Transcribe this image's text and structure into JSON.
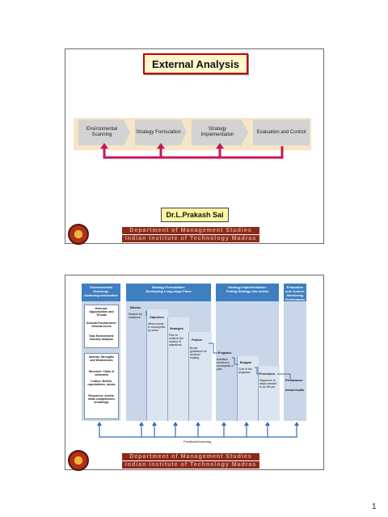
{
  "slide1": {
    "title": "External Analysis",
    "stages": [
      {
        "label": "Environmental Scanning"
      },
      {
        "label": "Strategy Formulation"
      },
      {
        "label": "Strategy Implementation"
      },
      {
        "label": "Evaluation and Control"
      }
    ],
    "author": "Dr.L.Prakash Sai",
    "footer": {
      "line1": "Department of Management Studies",
      "line2": "Indian Institute of Technology Madras"
    }
  },
  "slide2": {
    "columns": [
      {
        "title": "Environmental Scanning:",
        "subtitle": "Gathering Information"
      },
      {
        "title": "Strategy Formulation:",
        "subtitle": "Developing Long-range Plans"
      },
      {
        "title": "Strategy Implementation:",
        "subtitle": "Putting Strategy into Action"
      },
      {
        "title": "Evaluation and Control:",
        "subtitle": "Monitoring Performance"
      }
    ],
    "external": {
      "heading": "External: Opportunities and Threats",
      "societal": "Societal Environment: General forces",
      "task": "Task Environment: Industry analysis"
    },
    "internal": {
      "heading": "Internal: Strengths and Weaknesses",
      "structure": "Structure: Chain of command",
      "culture": "Culture: Beliefs, expectations, values",
      "resources": "Resources: Assets, skills competencies knowledge"
    },
    "formulation": {
      "mission": "Mission",
      "mission_desc": "Reason for existence",
      "objectives": "Objectives",
      "objectives_desc": "What results to accomplish by when",
      "strategies": "Strategies",
      "strategies_desc": "Plan to achieve the mission & objectives",
      "policies": "Policies",
      "policies_desc": "Broad guidelines for decision making"
    },
    "implementation": {
      "programs": "Programs",
      "programs_desc": "Activities needed to accomplish a plan",
      "budgets": "Budgets",
      "budgets_desc": "Cost of the programs",
      "procedures": "Procedures",
      "procedures_desc": "Sequence of steps needed to do the job"
    },
    "evaluation": {
      "performance": "Performance",
      "actual": "Actual results"
    },
    "feedback": "Feedback/Learning",
    "footer": {
      "line1": "Department of Management Studies",
      "line2": "Indian Institute of Technology Madras"
    }
  },
  "page_number": "1"
}
